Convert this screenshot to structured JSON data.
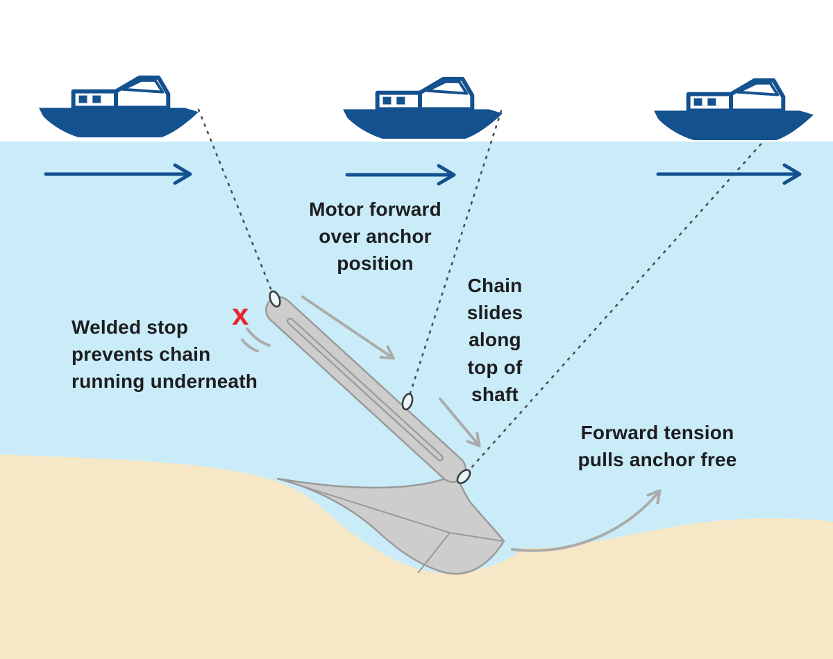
{
  "title": "Anchor retrieval technique diagram",
  "colors": {
    "navy": "#14518f",
    "water": "#c9ecf8",
    "sand": "#f6e8c6",
    "anchor_fill": "#cdcdcd",
    "anchor_stroke": "#9a9a9a",
    "rode": "#4d4d4d",
    "gray_arrow": "#ababab",
    "text": "#1d1d1f",
    "red_x": "#e8262d"
  },
  "icons": {
    "boat": "boat-icon",
    "forward_arrow": "forward-arrow-icon",
    "anchor": "anchor-icon",
    "chain_link": "chain-link-icon",
    "chain_slide_arrow": "chain-slide-arrow-icon",
    "pull_free_arrow": "pull-free-arrow-icon"
  },
  "labels": {
    "motor_forward": "Motor forward\nover anchor\nposition",
    "chain_slides": "Chain\nslides\nalong\ntop of\nshaft",
    "welded_stop": "Welded stop\nprevents chain\nrunning underneath",
    "forward_tension": "Forward tension\npulls anchor free",
    "blocked_marker": "x"
  }
}
